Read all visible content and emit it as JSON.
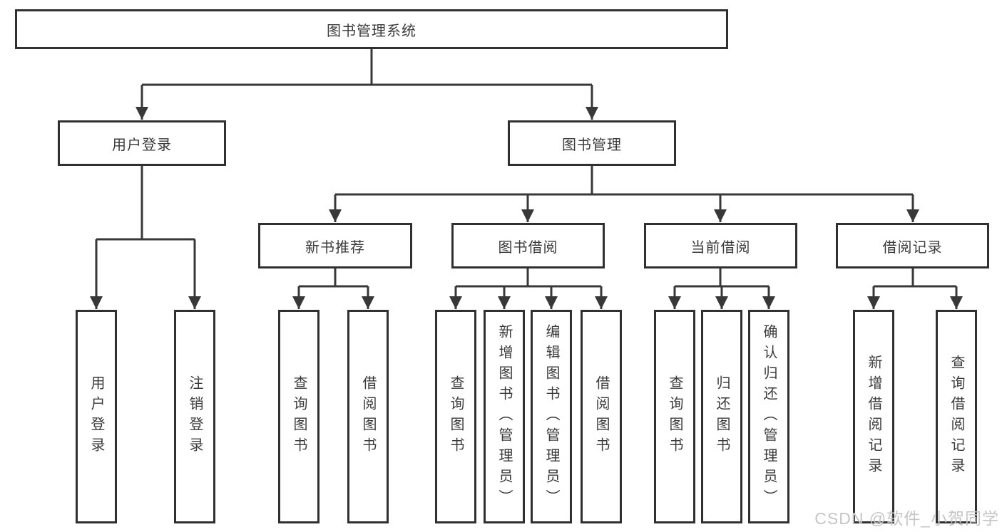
{
  "tree": {
    "label": "图书管理系统",
    "children": [
      {
        "label": "用户登录",
        "children": [
          {
            "label": "用户登录"
          },
          {
            "label": "注销登录"
          }
        ]
      },
      {
        "label": "图书管理",
        "children": [
          {
            "label": "新书推荐",
            "children": [
              {
                "label": "查询图书"
              },
              {
                "label": "借阅图书"
              }
            ]
          },
          {
            "label": "图书借阅",
            "children": [
              {
                "label": "查询图书"
              },
              {
                "label": "新增图书（管理员）"
              },
              {
                "label": "编辑图书（管理员）"
              },
              {
                "label": "借阅图书"
              }
            ]
          },
          {
            "label": "当前借阅",
            "children": [
              {
                "label": "查询图书"
              },
              {
                "label": "归还图书"
              },
              {
                "label": "确认归还（管理员）"
              }
            ]
          },
          {
            "label": "借阅记录",
            "children": [
              {
                "label": "新增借阅记录"
              },
              {
                "label": "查询借阅记录"
              }
            ]
          }
        ]
      }
    ]
  },
  "watermark": "CSDN @软件_小贺同学",
  "colors": {
    "line": "#383838",
    "box_border": "#303030",
    "text": "#3b3b3b",
    "watermark": "#c5c5c5",
    "background": "#ffffff"
  }
}
